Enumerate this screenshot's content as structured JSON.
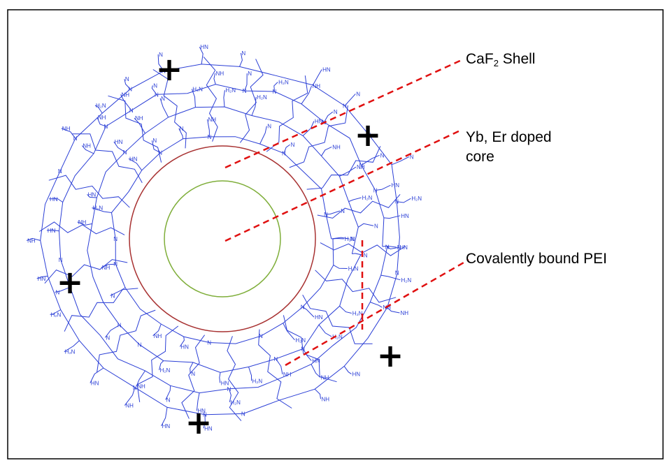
{
  "labels": {
    "shell_main": "CaF",
    "shell_sub": "2",
    "shell_suffix": " Shell",
    "core_line1": "Yb, Er doped",
    "core_line2": "core",
    "pei": "Covalently bound PEI"
  },
  "charges": [
    "+",
    "+",
    "+",
    "+",
    "+"
  ],
  "colors": {
    "shell_circle": "#a83232",
    "core_circle": "#7fae3a",
    "leader_lines": "#e01010",
    "polymer": "#2b3fd6",
    "border": "#000000"
  },
  "chem_text": [
    "NH",
    "N",
    "H₂N",
    "HN"
  ]
}
